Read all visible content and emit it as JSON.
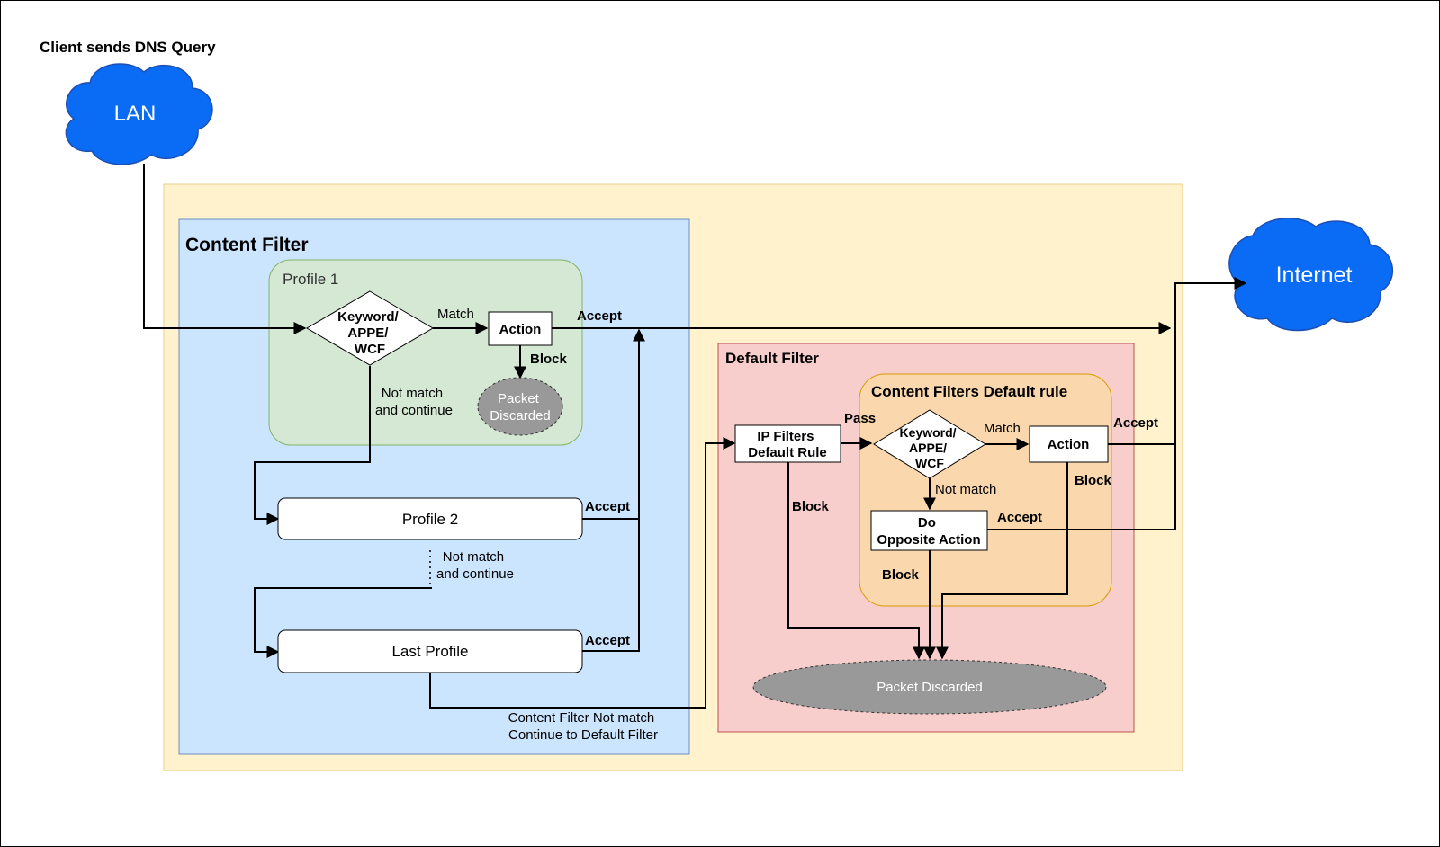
{
  "heading": "Client sends DNS Query",
  "clouds": {
    "lan": "LAN",
    "internet": "Internet"
  },
  "content_filter": {
    "title": "Content Filter",
    "profile1": {
      "title": "Profile 1",
      "decision": [
        "Keyword/",
        "APPE/",
        "WCF"
      ],
      "action": "Action",
      "discard": [
        "Packet",
        "Discarded"
      ],
      "not_match": [
        "Not match",
        "and continue"
      ]
    },
    "profile2": "Profile 2",
    "not_match_2": [
      "Not match",
      "and continue"
    ],
    "last_profile": "Last Profile",
    "not_match_all": [
      "Content Filter Not match",
      "Continue to Default Filter"
    ]
  },
  "default_filter": {
    "title": "Default Filter",
    "ip_rule": [
      "IP Filters",
      "Default Rule"
    ],
    "cf_default_title": "Content Filters Default rule",
    "decision": [
      "Keyword/",
      "APPE/",
      "WCF"
    ],
    "action": "Action",
    "opposite": [
      "Do",
      "Opposite Action"
    ],
    "not_match": "Not match",
    "discard": "Packet Discarded"
  },
  "edge_labels": {
    "match": "Match",
    "accept": "Accept",
    "block": "Block",
    "pass": "Pass"
  },
  "colors": {
    "cloud": "#0a6cf5",
    "outer": "#fff2cc",
    "content_filter": "#cce5ff",
    "profile1": "#d5e8d4",
    "default_filter": "#f8cecc",
    "cf_default": "#fad7ac",
    "discard": "#999999"
  }
}
